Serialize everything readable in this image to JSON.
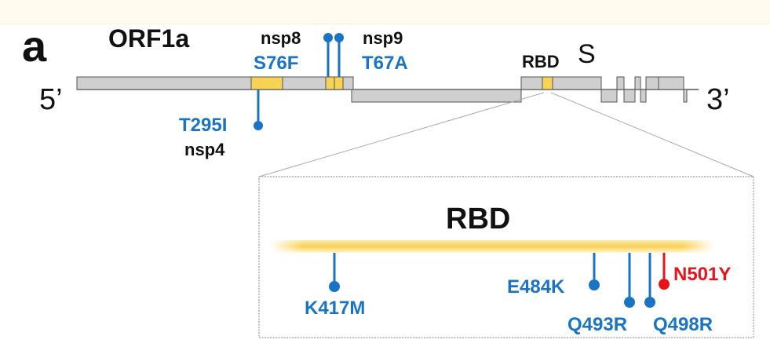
{
  "panel_label": "a",
  "genome": {
    "orf_label": "ORF1a",
    "five_prime": "5’",
    "three_prime": "3’",
    "s_label": "S",
    "rbd_small_label": "RBD"
  },
  "orf_mutations": [
    {
      "protein": "nsp8",
      "mutation": "S76F"
    },
    {
      "protein": "nsp9",
      "mutation": "T67A"
    },
    {
      "protein": "nsp4",
      "mutation": "T295I"
    }
  ],
  "zoom": {
    "title": "RBD",
    "mutations": [
      {
        "name": "K417M",
        "color": "#1a73c4"
      },
      {
        "name": "E484K",
        "color": "#1a73c4"
      },
      {
        "name": "Q493R",
        "color": "#1a73c4"
      },
      {
        "name": "Q498R",
        "color": "#1a73c4"
      },
      {
        "name": "N501Y",
        "color": "#e8141c"
      }
    ]
  },
  "colors": {
    "mutation_blue": "#1a73c4",
    "mutation_red": "#e8141c",
    "domain_yellow": "#f7d254",
    "gene_gray": "#cfcfcf"
  }
}
